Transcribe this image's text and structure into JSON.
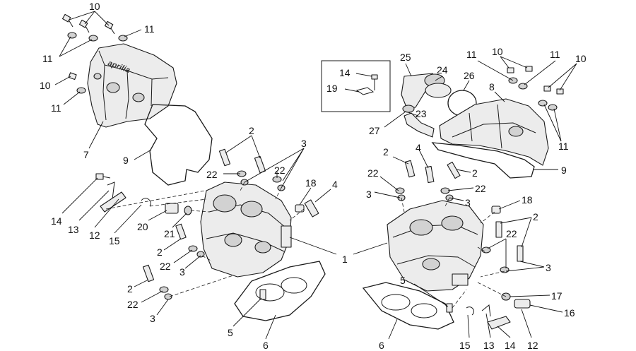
{
  "brand_text": "aprilia",
  "callouts": {
    "c1": "1",
    "c2a": "2",
    "c2b": "2",
    "c2c": "2",
    "c2d": "2",
    "c2e": "2",
    "c2f": "2",
    "c3a": "3",
    "c3b": "3",
    "c3c": "3",
    "c3d": "3",
    "c3e": "3",
    "c4a": "4",
    "c4b": "4",
    "c5a": "5",
    "c5b": "5",
    "c6a": "6",
    "c6b": "6",
    "c7": "7",
    "c8": "8",
    "c9a": "9",
    "c9b": "9",
    "c10a": "10",
    "c10b": "10",
    "c10c": "10",
    "c10d": "10",
    "c11a": "11",
    "c11b": "11",
    "c11c": "11",
    "c11d": "11",
    "c11e": "11",
    "c11f": "11",
    "c12a": "12",
    "c12b": "12",
    "c13a": "13",
    "c13b": "13",
    "c14a": "14",
    "c14b": "14",
    "c14c": "14",
    "c15a": "15",
    "c15b": "15",
    "c16": "16",
    "c17": "17",
    "c18a": "18",
    "c18b": "18",
    "c19": "19",
    "c20": "20",
    "c21": "21",
    "c22a": "22",
    "c22b": "22",
    "c22c": "22",
    "c22d": "22",
    "c22e": "22",
    "c22f": "22",
    "c22g": "22",
    "c23": "23",
    "c24": "24",
    "c25": "25",
    "c26": "26",
    "c27": "27"
  }
}
